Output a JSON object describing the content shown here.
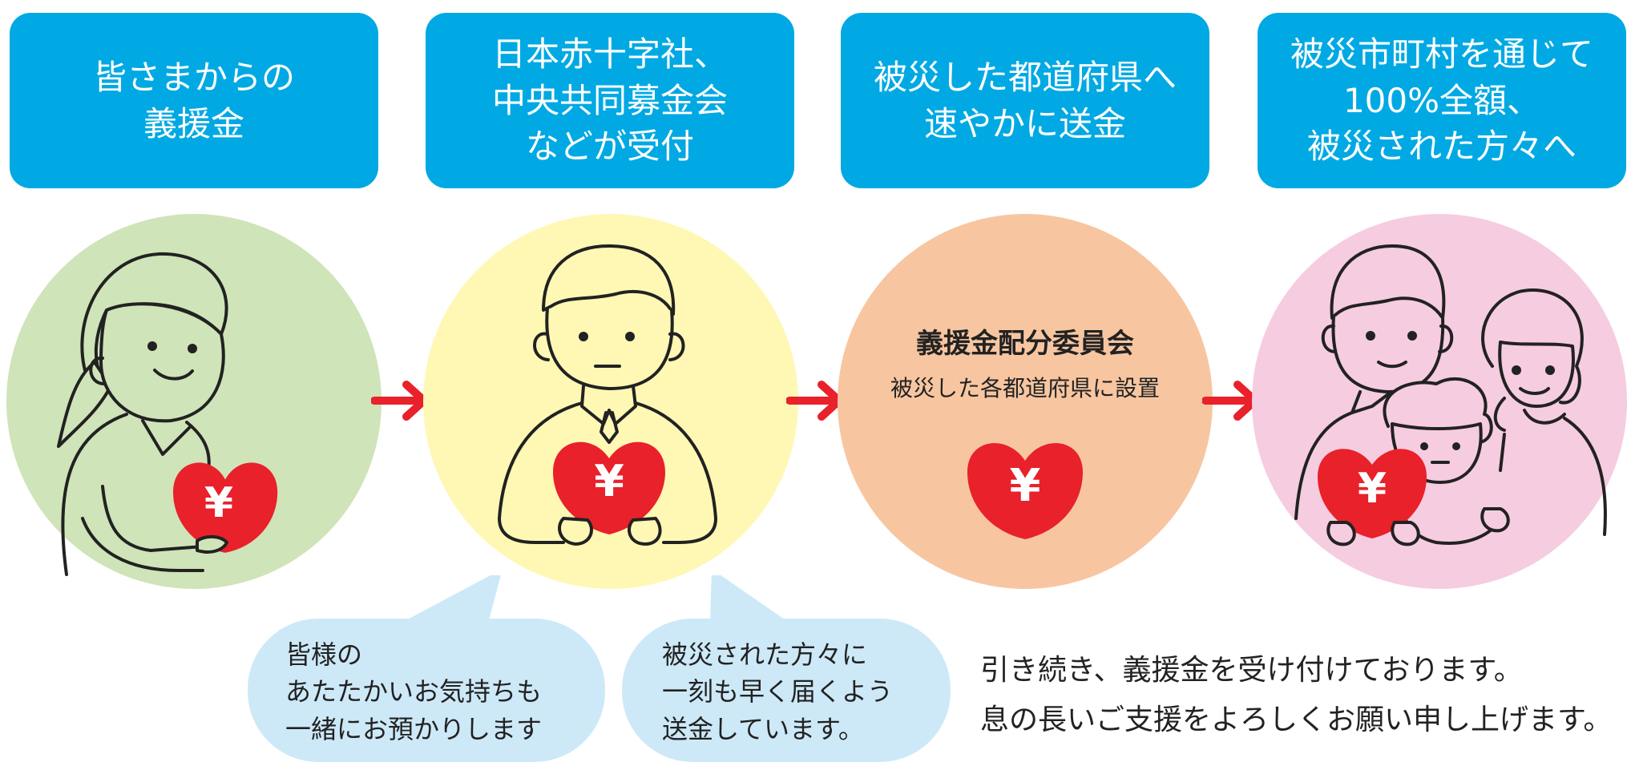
{
  "steps": [
    {
      "header": "皆さまからの\n義援金"
    },
    {
      "header": "日本赤十字社、\n中央共同募金会\nなどが受付"
    },
    {
      "header": "被災した都道府県へ\n速やかに送金"
    },
    {
      "header": "被災市町村を通じて\n100%全額、\n被災された方々へ"
    }
  ],
  "committee": {
    "title": "義援金配分委員会",
    "subtitle": "被災した各都道府県に設置"
  },
  "heart_symbol": "¥",
  "bubbles": [
    {
      "text": "皆様の\nあたたかいお気持ちも\n一緒にお預かりします"
    },
    {
      "text": "被災された方々に\n一刻も早く届くよう\n送金しています。"
    }
  ],
  "closing": "引き続き、義援金を受け付けております。\n息の長いご支援をよろしくお願い申し上げます。",
  "colors": {
    "header_bg": "#00a9e3",
    "circle_donor": "#cfe4b8",
    "circle_receiver": "#fff8b5",
    "circle_committee": "#f7c6a1",
    "circle_family": "#f6cce0",
    "heart": "#e8212a",
    "arrow": "#e8212a",
    "bubble": "#cde9f8"
  },
  "icons": [
    "donor-icon",
    "receiver-icon",
    "heart-yen-icon",
    "family-icon",
    "arrow-right-icon"
  ]
}
